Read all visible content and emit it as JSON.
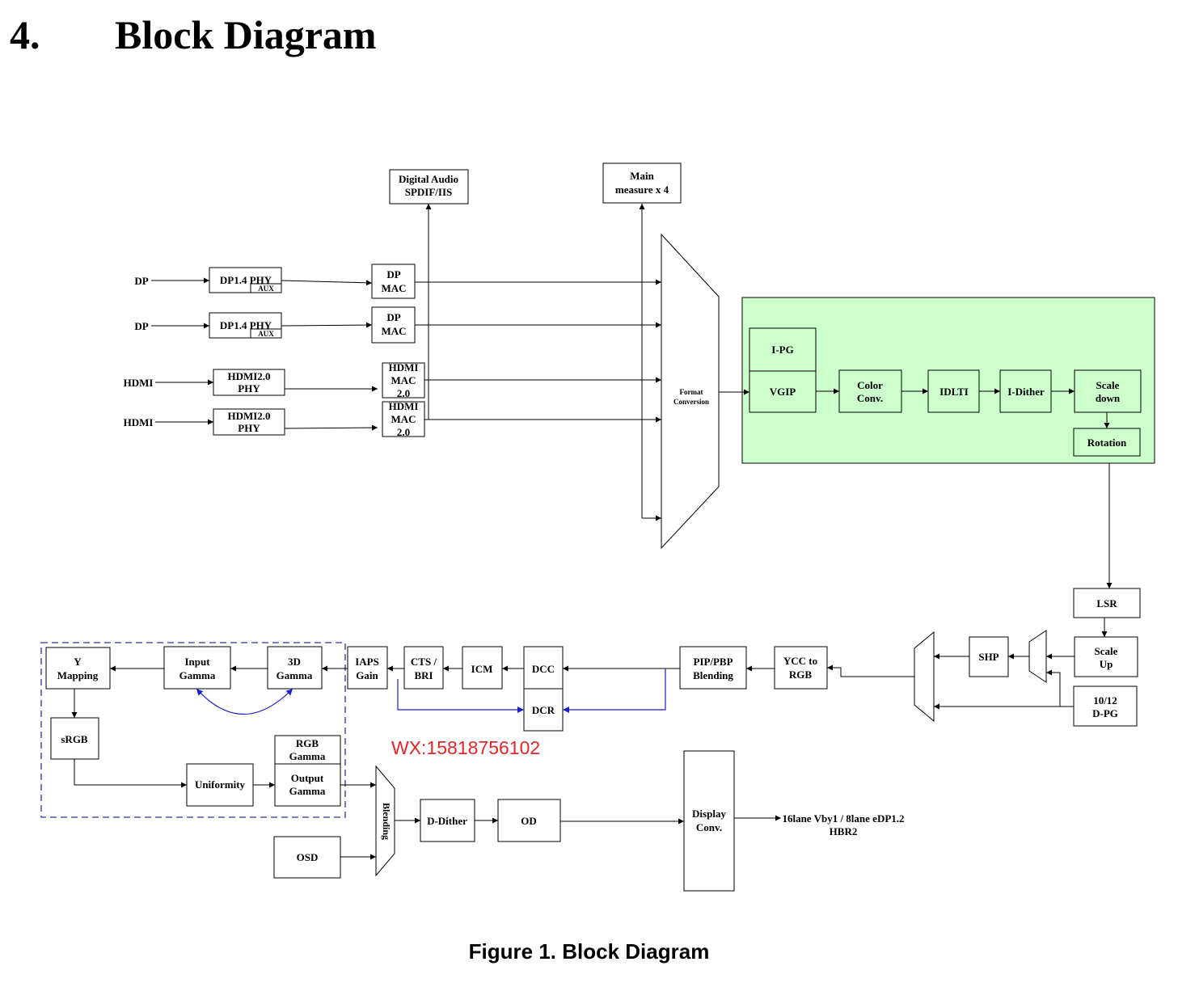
{
  "heading": {
    "number": "4.",
    "title": "Block Diagram"
  },
  "caption": "Figure 1. Block Diagram",
  "watermark": "WX:15818756102",
  "colors": {
    "processing_bg": "#ccffcc",
    "blue_link": "#1f1fd0",
    "watermark": "#e0262b"
  },
  "inputs": {
    "dp1": "DP",
    "dp2": "DP",
    "hdmi1": "HDMI",
    "hdmi2": "HDMI"
  },
  "blocks": {
    "dp_phy_1": "DP1.4 PHY",
    "aux_1": "AUX",
    "dp_phy_2": "DP1.4 PHY",
    "aux_2": "AUX",
    "hdmi_phy_1": [
      "HDMI2.0",
      "PHY"
    ],
    "hdmi_phy_2": [
      "HDMI2.0",
      "PHY"
    ],
    "dp_mac_1": [
      "DP",
      "MAC"
    ],
    "dp_mac_2": [
      "DP",
      "MAC"
    ],
    "hdmi_mac_1": [
      "HDMI",
      "MAC",
      "2.0"
    ],
    "hdmi_mac_2": [
      "HDMI",
      "MAC",
      "2.0"
    ],
    "digital_audio": [
      "Digital Audio",
      "SPDIF/IIS"
    ],
    "main_measure": [
      "Main",
      "measure x 4"
    ],
    "format_conversion": [
      "Format",
      "Conversion"
    ],
    "ipg": "I-PG",
    "vgip": "VGIP",
    "color_conv": [
      "Color",
      "Conv."
    ],
    "idlti": "IDLTI",
    "i_dither": "I-Dither",
    "scale_down": [
      "Scale",
      "down"
    ],
    "rotation": "Rotation",
    "lsr": "LSR",
    "scale_up": [
      "Scale",
      "Up"
    ],
    "dpg": [
      "10/12",
      "D-PG"
    ],
    "shp": "SHP",
    "ycc_to_rgb": [
      "YCC to",
      "RGB"
    ],
    "pip_pbp": [
      "PIP/PBP",
      "Blending"
    ],
    "dcc": "DCC",
    "dcr": "DCR",
    "icm": "ICM",
    "cts_bri": [
      "CTS /",
      "BRI"
    ],
    "iaps_gain": [
      "IAPS",
      "Gain"
    ],
    "gamma_3d": [
      "3D",
      "Gamma"
    ],
    "input_gamma": [
      "Input",
      "Gamma"
    ],
    "y_mapping": [
      "Y",
      "Mapping"
    ],
    "srgb": "sRGB",
    "uniformity": "Uniformity",
    "rgb_gamma": [
      "RGB",
      "Gamma"
    ],
    "output_gamma": [
      "Output",
      "Gamma"
    ],
    "osd": "OSD",
    "blending": "Blending",
    "d_dither": "D-Dither",
    "od": "OD",
    "display_conv": [
      "Display",
      "Conv."
    ]
  },
  "output_label": [
    "16lane Vby1 / 8lane eDP1.2",
    "HBR2"
  ]
}
